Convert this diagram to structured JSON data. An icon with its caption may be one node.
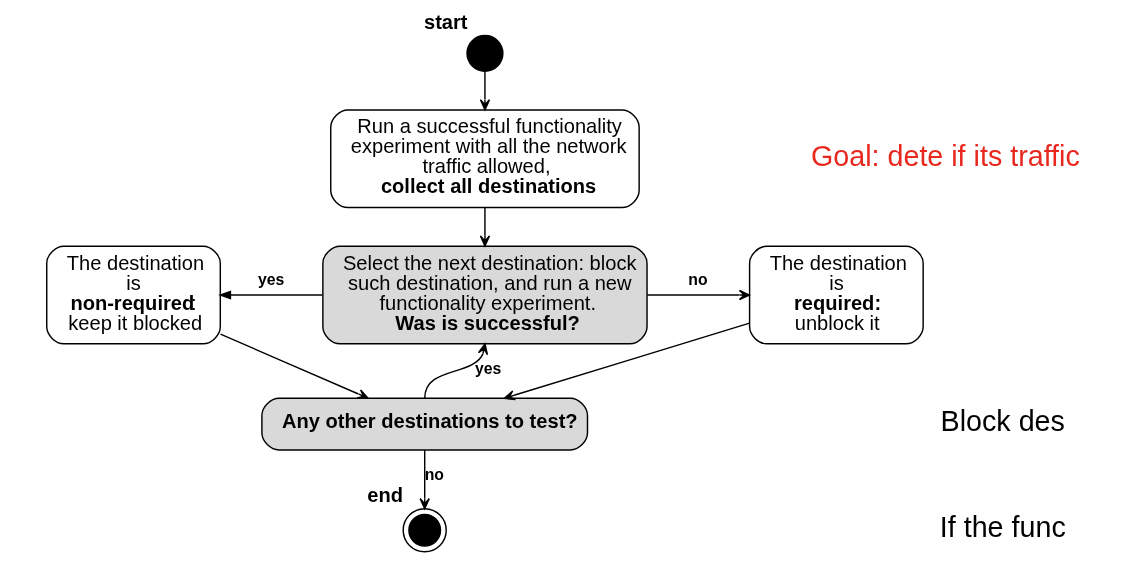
{
  "diagram": {
    "nodes": [
      {
        "text": [],
        "shape": "circle",
        "beside": [
          "start"
        ]
      },
      {
        "text": [
          "Run a successful functionality experiment with all the network traffic allowed, **collect all destinations**"
        ]
      },
      {
        "text": [
          "Select the next destination: block such destination, and run a new functionality experiment. **Was is successful?**"
        ]
      },
      {
        "text": [
          "The destination is **non-required**: keep it blocked"
        ]
      },
      {
        "text": [
          "The destination is **required:** unblock it"
        ]
      },
      {
        "text": [
          "Any other destinations to test?"
        ]
      },
      {
        "text": [],
        "shape": "circle",
        "beside": [
          "end"
        ]
      }
    ],
    "edges": [
      {
        "from": 0,
        "to": 1,
        "arrow": "to"
      },
      {
        "from": 1,
        "to": 2,
        "arrow": "to"
      },
      {
        "from": 2,
        "to": 3,
        "arrow": "to",
        "label": "yes"
      },
      {
        "from": 2,
        "to": 4,
        "arrow": "to",
        "label": "no"
      },
      {
        "from": 3,
        "to": 5,
        "arrow": "to"
      },
      {
        "from": 4,
        "to": 5,
        "arrow": "to"
      },
      {
        "from": 5,
        "to": 2,
        "arrow": "to",
        "label": "yes"
      },
      {
        "from": 5,
        "to": 6,
        "arrow": "to",
        "label": "no"
      }
    ],
    "labels": [
      "Goal: dete if its traffic",
      "Block des",
      "If the func"
    ]
  }
}
